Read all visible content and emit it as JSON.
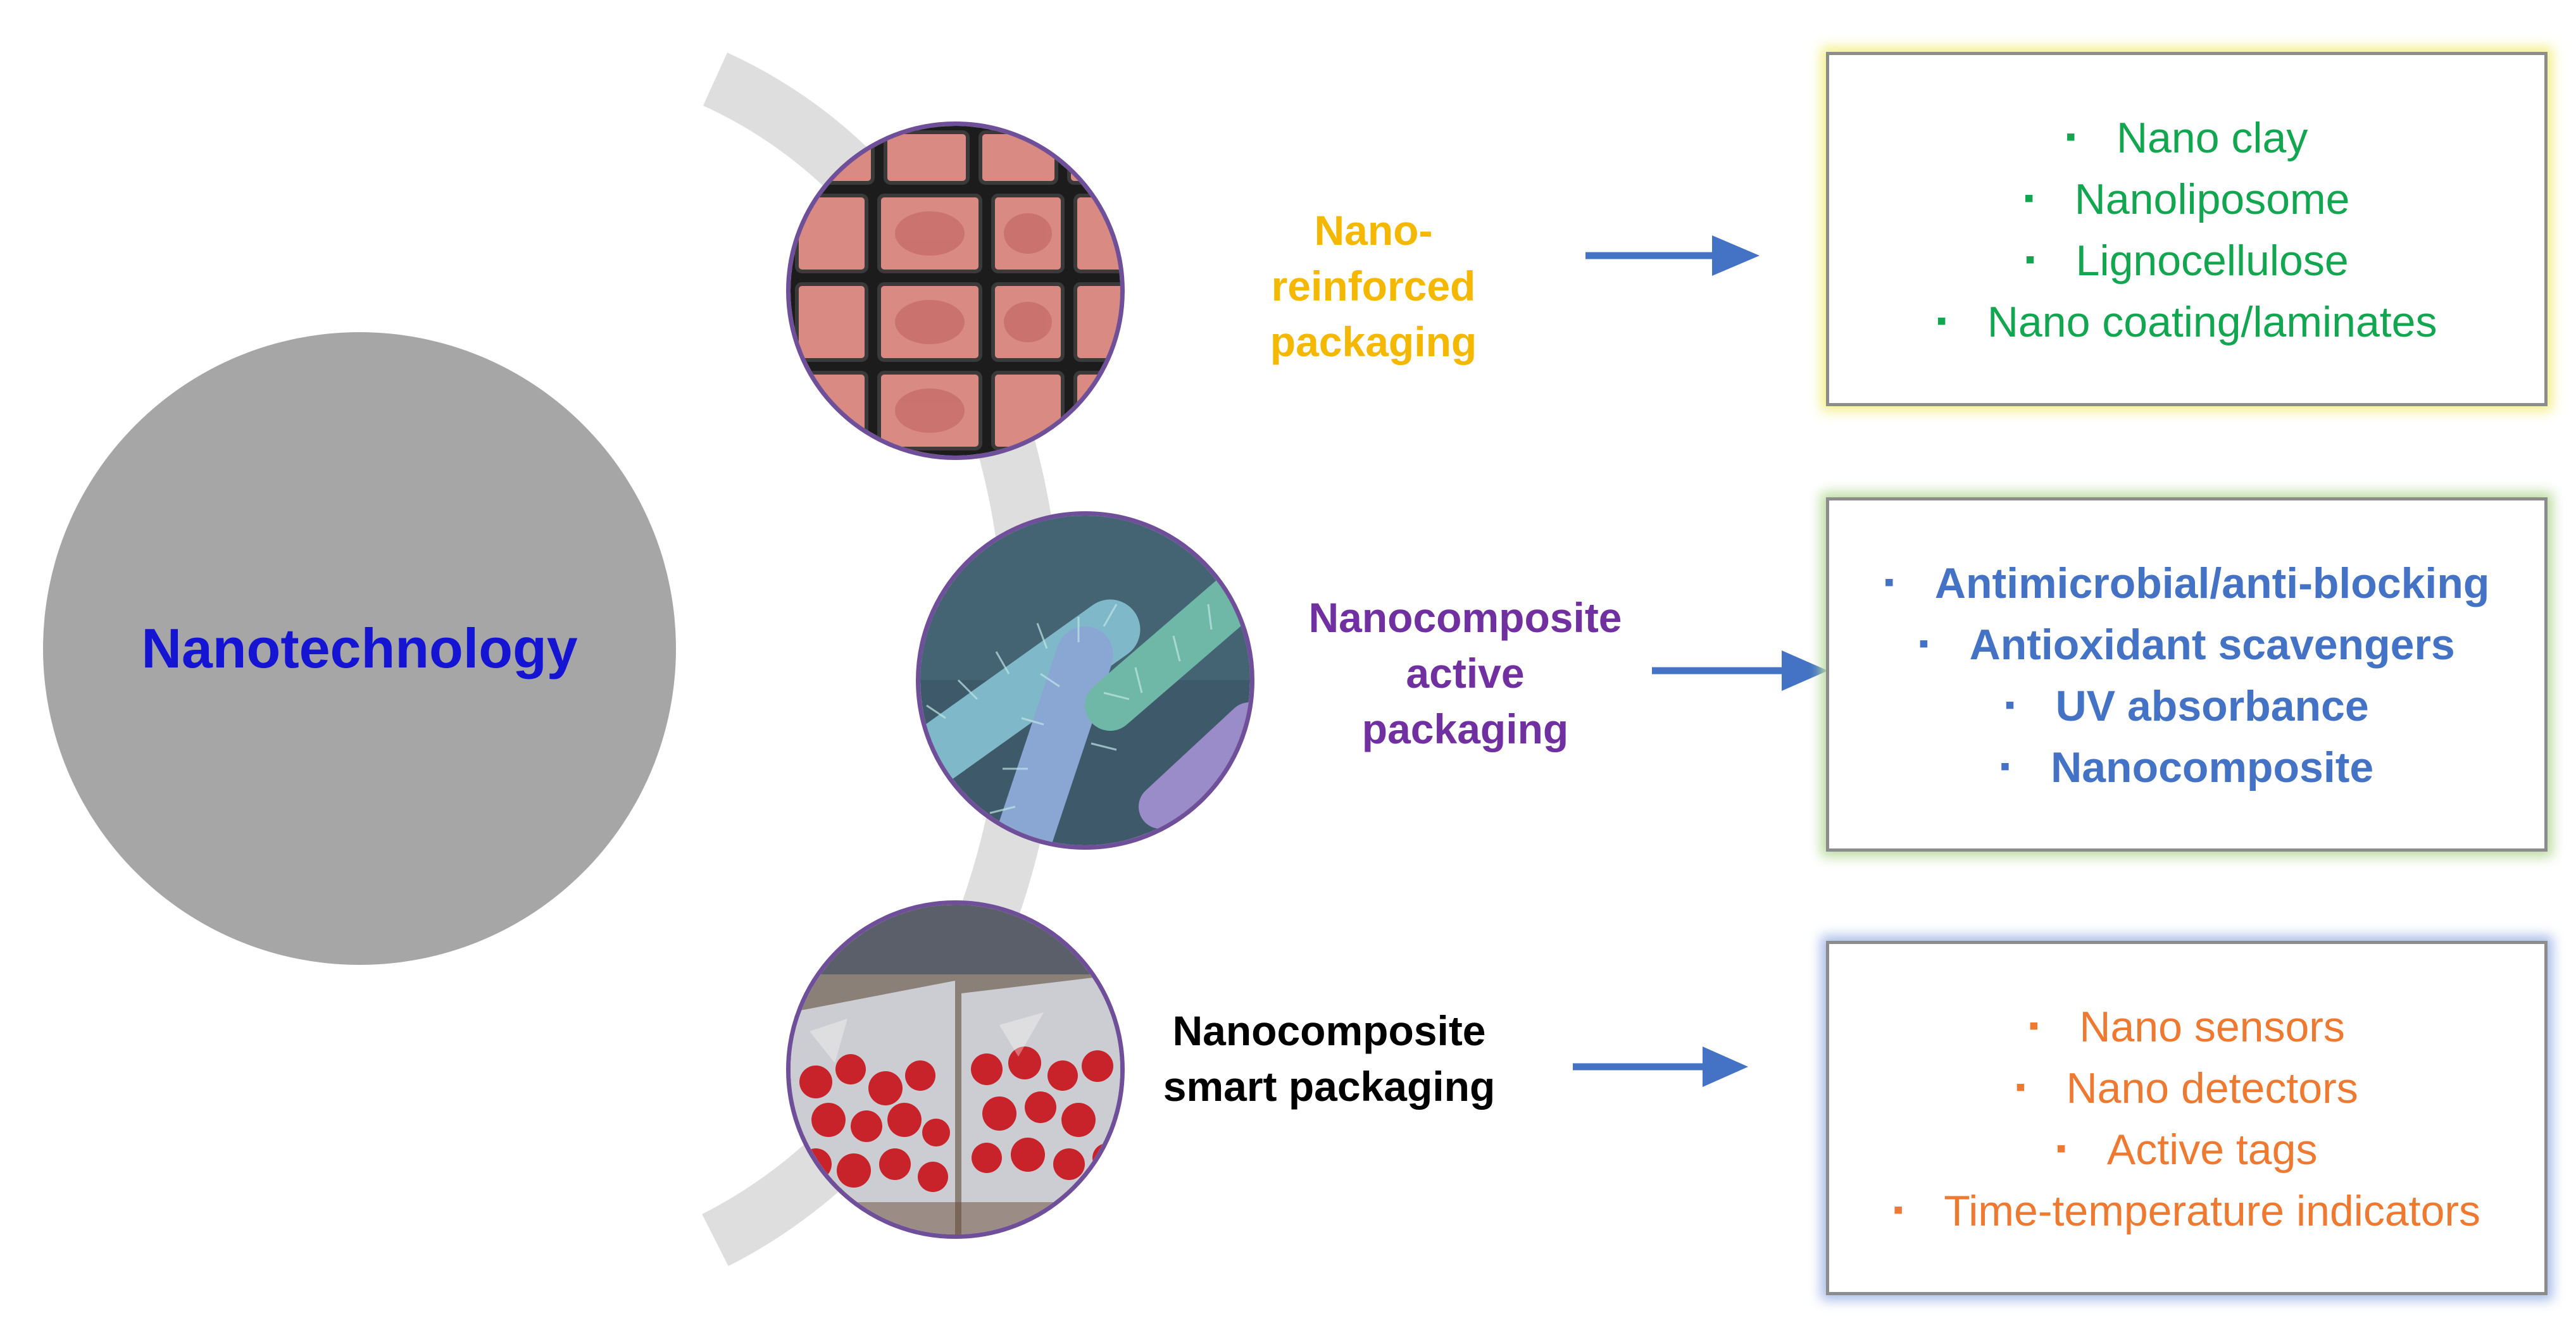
{
  "hub": {
    "title": "Nanotechnology",
    "color": "#1414d2"
  },
  "stages": [
    {
      "label": "Nano-\nreinforced\npackaging",
      "color": "#f5b800",
      "photo": "meat-trays-photo",
      "items": [
        "Nano clay",
        "Nanoliposome",
        "Lignocellulose",
        "Nano coating/laminates"
      ],
      "item_color": "#13a650"
    },
    {
      "label": "Nanocomposite\nactive\npackaging",
      "color": "#7030a0",
      "photo": "bacteria-photo",
      "items": [
        "Antimicrobial/anti-blocking",
        "Antioxidant scavengers",
        "UV absorbance",
        "Nanocomposite"
      ],
      "item_color": "#4472c4"
    },
    {
      "label": "Nanocomposite\nsmart packaging",
      "color": "#000000",
      "photo": "strawberry-bags-photo",
      "items": [
        "Nano sensors",
        "Nano detectors",
        "Active tags",
        "Time-temperature indicators"
      ],
      "item_color": "#ee7a32"
    }
  ],
  "colors": {
    "arc": "#dedede",
    "arrow": "#4472c4",
    "photo_border": "#6f4f9a",
    "hub_fill": "#a6a6a6"
  }
}
